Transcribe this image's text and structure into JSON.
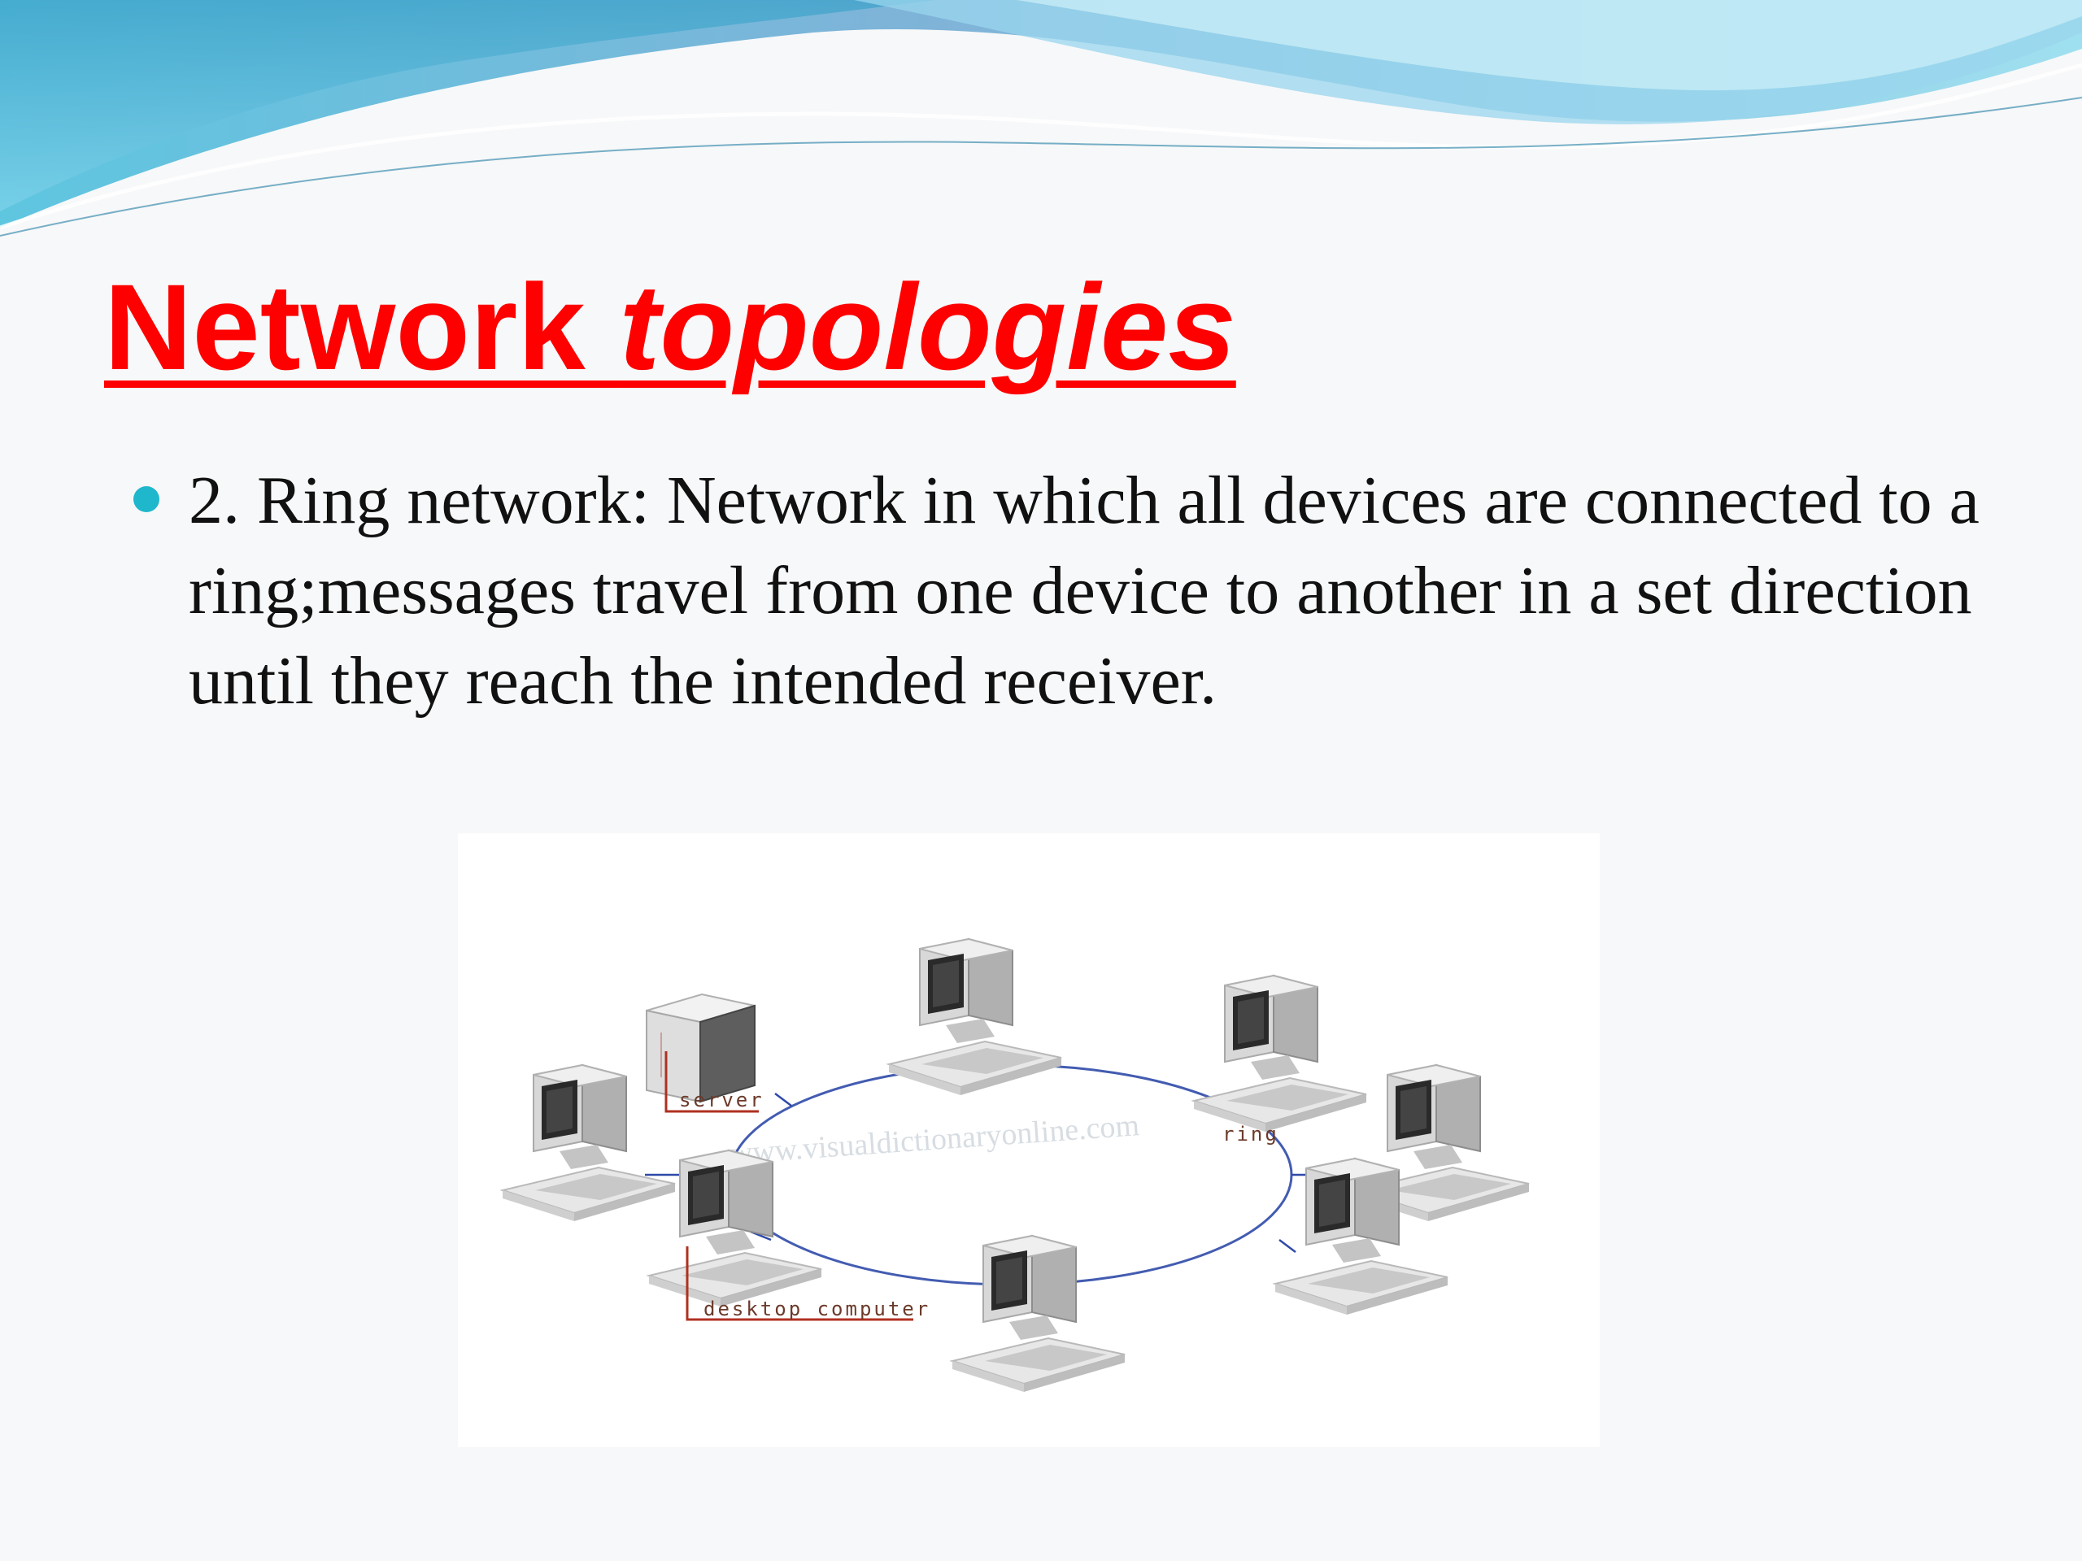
{
  "slide": {
    "title": {
      "part1": "Network ",
      "part2": "topologies"
    },
    "bullets": [
      {
        "text": "2. Ring network: Network in which all devices are connected to a ring;messages travel from one device to another in a set direction until they reach the intended receiver."
      }
    ],
    "diagram": {
      "watermark": "www.visualdictionaryonline.com",
      "labels": {
        "server": "server",
        "ring": "ring",
        "desktop": "desktop computer"
      }
    }
  },
  "colors": {
    "title": "#ff0000",
    "bullet": "#1fb7cc",
    "ring": "#2f4aa8",
    "callout": "#b03020"
  }
}
